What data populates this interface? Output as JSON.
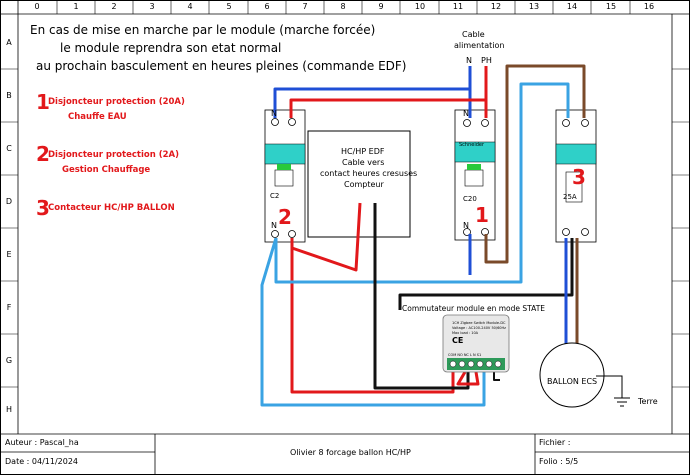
{
  "columns": [
    "0",
    "1",
    "2",
    "3",
    "4",
    "5",
    "6",
    "7",
    "8",
    "9",
    "10",
    "11",
    "12",
    "13",
    "14",
    "15",
    "16"
  ],
  "rows": [
    "A",
    "B",
    "C",
    "D",
    "E",
    "F",
    "G",
    "H"
  ],
  "note": {
    "line1": "En cas de mise en marche par le module (marche forcée)",
    "line2": "le module reprendra son etat normal",
    "line3": "au prochain basculement en heures pleines (commande EDF)"
  },
  "legend": [
    {
      "num": "1",
      "title": "Disjoncteur protection (20A)",
      "sub": "Chauffe EAU"
    },
    {
      "num": "2",
      "title": "Disjoncteur protection (2A)",
      "sub": "Gestion Chauffage"
    },
    {
      "num": "3",
      "title": "Contacteur HC/HP BALLON",
      "sub": ""
    }
  ],
  "cable_label": {
    "line1": "Cable",
    "line2": "alimentation",
    "n": "N",
    "ph": "PH"
  },
  "edf_box": {
    "line1": "HC/HP EDF",
    "line2": "Cable vers",
    "line3": "contact heures cresuses",
    "line4": "Compteur"
  },
  "breaker_left": {
    "top_n": "N",
    "rating": "C2",
    "bottom_n": "N",
    "marker": "2"
  },
  "breaker_mid": {
    "top_n": "N",
    "brand": "Schneider",
    "rating": "C20",
    "bottom_n": "N",
    "marker": "1"
  },
  "contactor": {
    "rating": "25A",
    "marker": "3"
  },
  "module": {
    "label": "Commutateur module en mode STATE",
    "line1": "1CH Zigbee Switch Module-DC",
    "line2": "Voltage : AC100-240V 50/60Hz",
    "line3": "Max load : 10A",
    "ce": "CE",
    "terminals": "COM NO NC  L   N  S1"
  },
  "ballon": {
    "label": "BALLON ECS"
  },
  "terre": {
    "label": "Terre"
  },
  "title_block": {
    "author": "Auteur : Pascal_ha",
    "date": "Date : 04/11/2024",
    "center": "Olivier 8 forcage ballon HC/HP",
    "file": "Fichier :",
    "folio": "Folio : 5/5"
  },
  "colors": {
    "red": "#e2181b",
    "blue": "#1f4fd6",
    "lightblue": "#3aa3e3",
    "brown": "#7a4a2a",
    "black": "#111111",
    "teal": "#2fd0c8"
  }
}
